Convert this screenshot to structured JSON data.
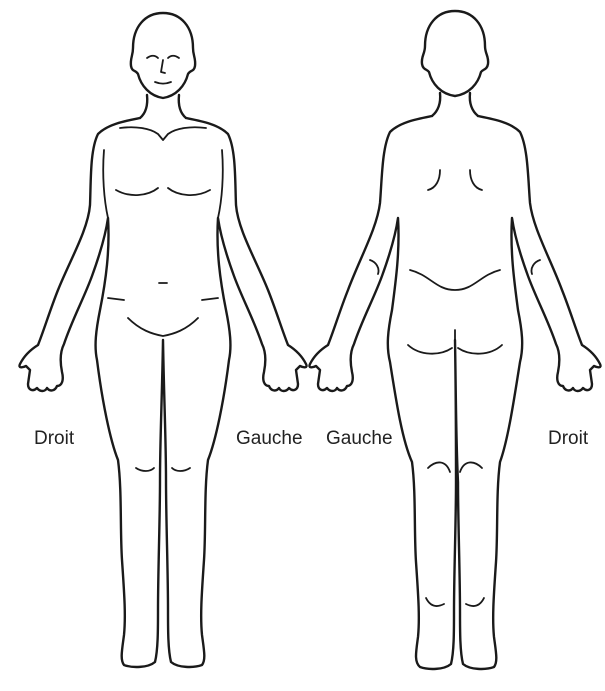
{
  "labels": {
    "front_right": "Droit",
    "front_left": "Gauche",
    "back_left": "Gauche",
    "back_right": "Droit"
  },
  "figures": [
    {
      "view": "front"
    },
    {
      "view": "back"
    }
  ],
  "colors": {
    "line": "#1a1a1a",
    "background": "#ffffff",
    "text": "#222222"
  }
}
